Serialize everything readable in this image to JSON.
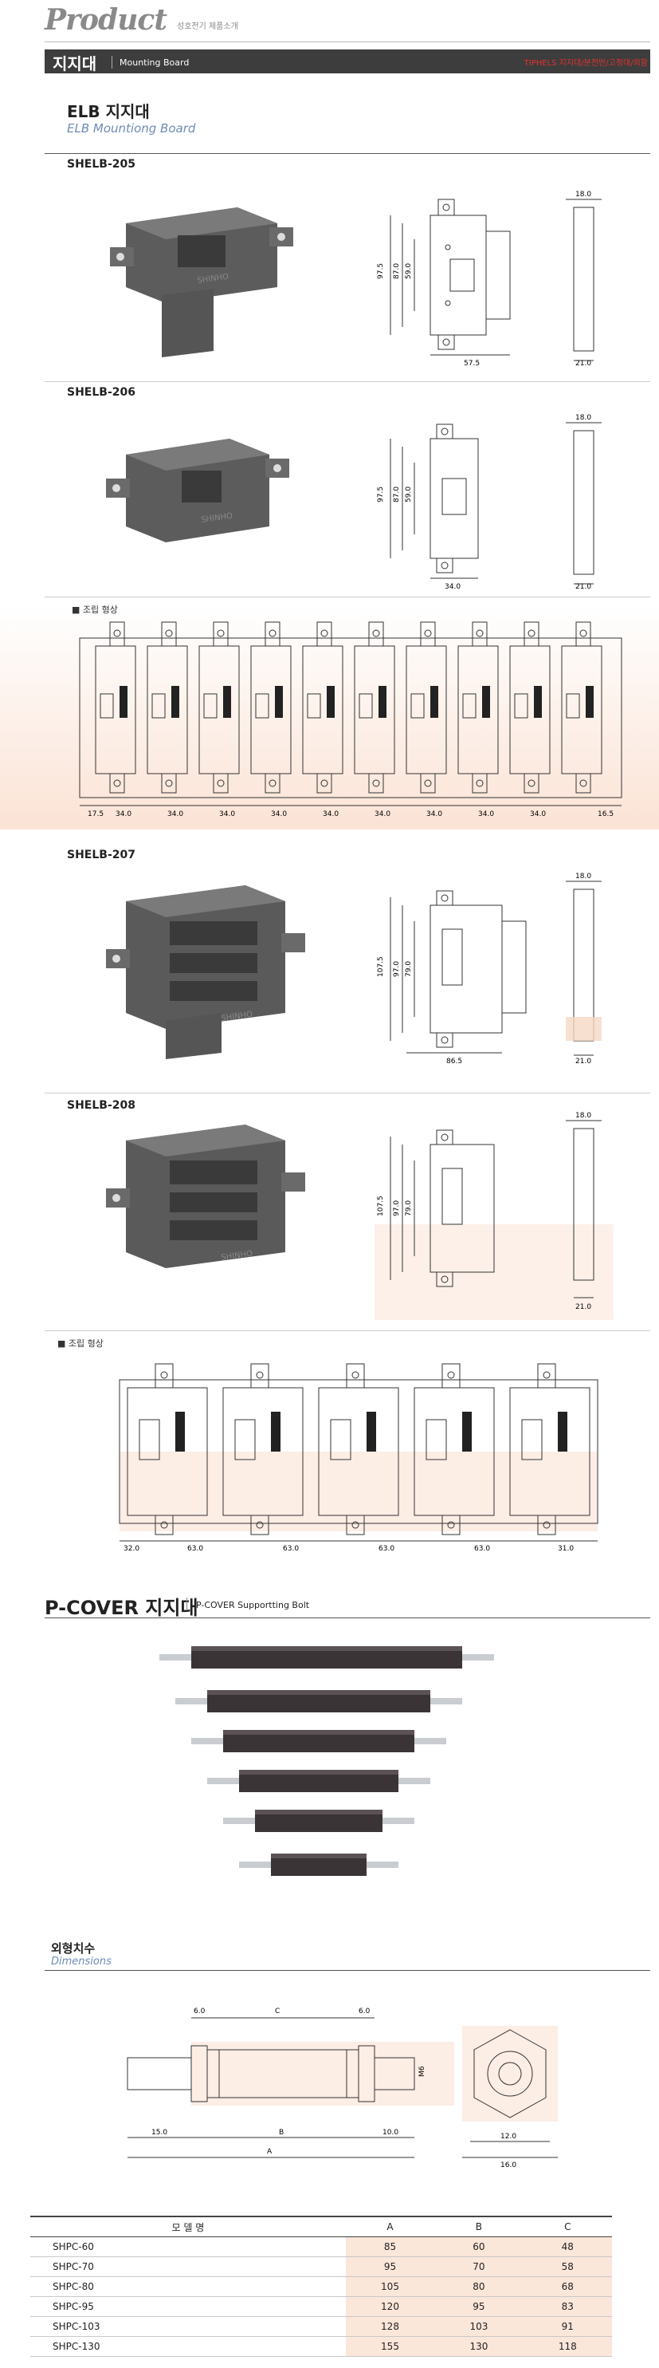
{
  "header": {
    "product": "Product",
    "sub": "성호전기 제품소개"
  },
  "bar": {
    "title": "지지대",
    "sub": "Mounting Board",
    "right": "TIPHELS 지지대/분전반/고정대/외함"
  },
  "section": {
    "title": "ELB 지지대",
    "subtitle_en": "ELB Mountiong Board"
  },
  "models": {
    "m205": "SHELB-205",
    "m206": "SHELB-206",
    "m207": "SHELB-207",
    "m208": "SHELB-208"
  },
  "assembly_note": "■ 조립 형상",
  "brand_mark": "SHINHO",
  "dims": {
    "m205": {
      "w": "18.0",
      "h1": "97.5",
      "h2": "87.0",
      "h3": "59.0",
      "b1": "57.5",
      "b2": "21.0"
    },
    "m206": {
      "w": "18.0",
      "h1": "97.5",
      "h2": "87.0",
      "h3": "59.0",
      "b1": "34.0",
      "b2": "21.0"
    },
    "m207": {
      "w": "18.0",
      "h1": "107.5",
      "h2": "97.0",
      "h3": "79.0",
      "b1": "86.5",
      "b2": "21.0"
    },
    "m208": {
      "w": "18.0",
      "h1": "107.5",
      "h2": "97.0",
      "h3": "79.0",
      "b1": "21.0"
    }
  },
  "assembly1_dims": [
    "17.5",
    "34.0",
    "34.0",
    "34.0",
    "34.0",
    "34.0",
    "34.0",
    "34.0",
    "34.0",
    "34.0",
    "16.5"
  ],
  "assembly2_dims": [
    "32.0",
    "63.0",
    "63.0",
    "63.0",
    "63.0",
    "31.0"
  ],
  "pcover": {
    "title": "P-COVER 지지대",
    "sub": "P-COVER Supportting Bolt",
    "dim_title": "외형치수",
    "dim_en": "Dimensions",
    "drawing": {
      "d1": "6.0",
      "d2": "C",
      "d3": "6.0",
      "d4": "M6",
      "d5": "15.0",
      "d6": "B",
      "d7": "10.0",
      "d8": "A",
      "d9": "12.0",
      "d10": "16.0"
    }
  },
  "table": {
    "headers": [
      "모 델 명",
      "A",
      "B",
      "C"
    ],
    "rows": [
      [
        "SHPC-60",
        "85",
        "60",
        "48"
      ],
      [
        "SHPC-70",
        "95",
        "70",
        "58"
      ],
      [
        "SHPC-80",
        "105",
        "80",
        "68"
      ],
      [
        "SHPC-95",
        "120",
        "95",
        "83"
      ],
      [
        "SHPC-103",
        "128",
        "103",
        "91"
      ],
      [
        "SHPC-130",
        "155",
        "130",
        "118"
      ]
    ]
  },
  "colors": {
    "bar": "#3d3d3d",
    "accent_blue": "#6f8bb5",
    "accent_red": "#e2332d",
    "shade": "#fbe6da"
  }
}
